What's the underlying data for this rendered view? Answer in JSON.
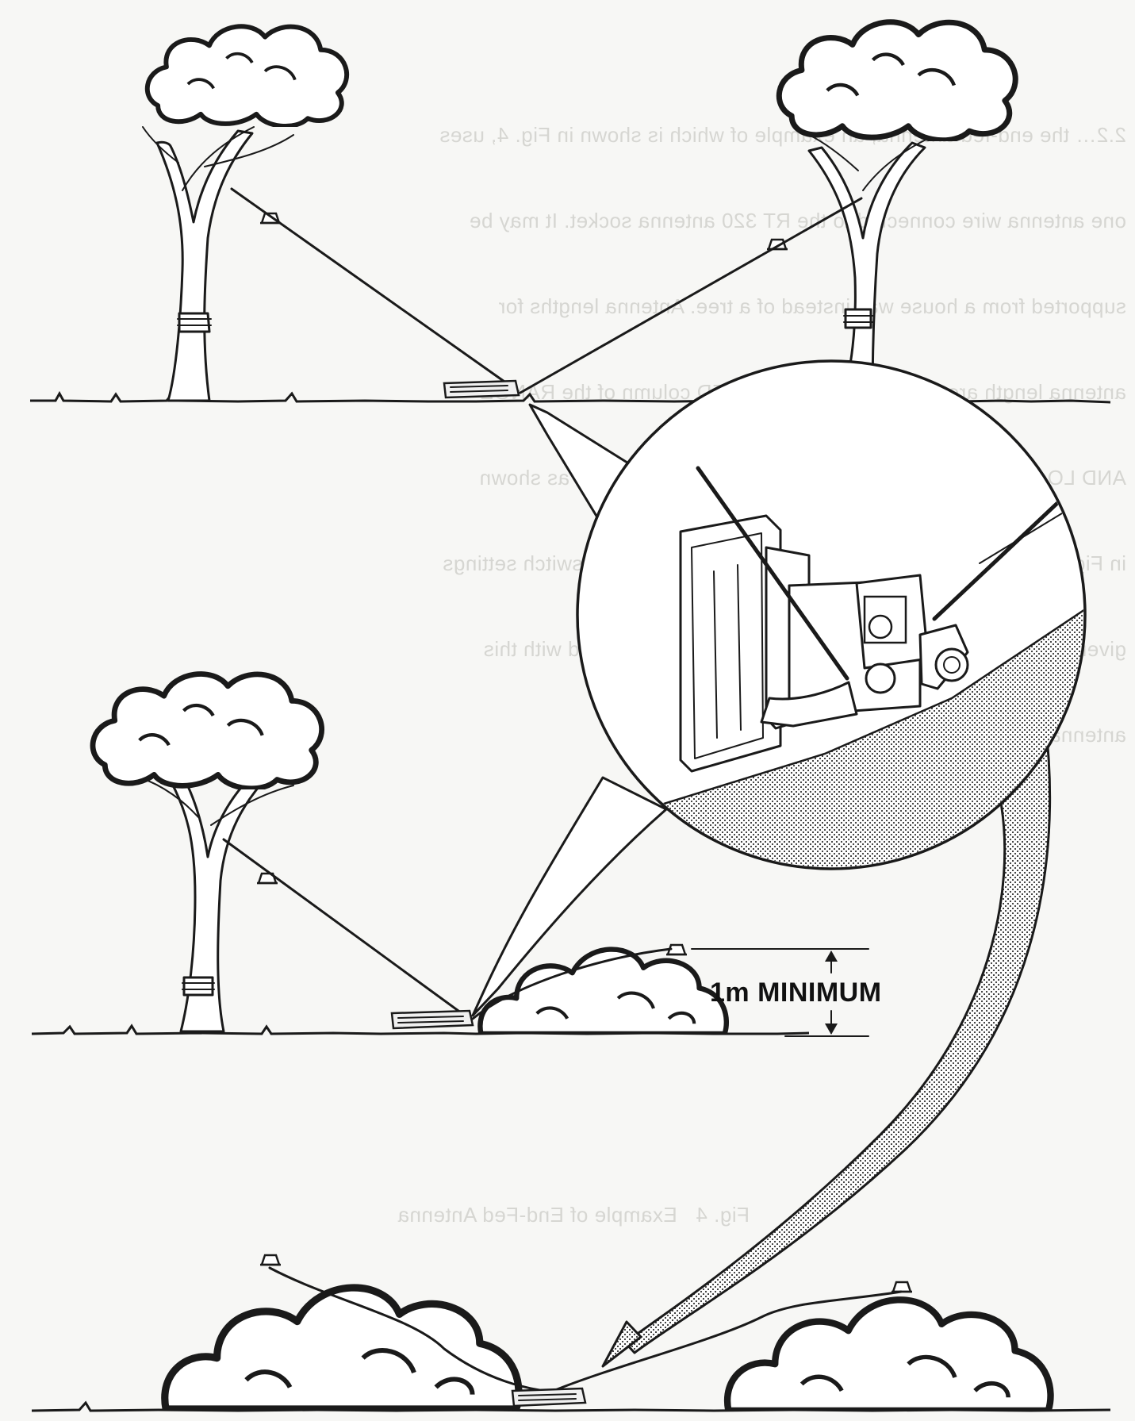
{
  "ghost_text": {
    "paragraph": [
      "2.2… the end-fed antenna, an example of which is shown in Fig. 4, uses",
      "one antenna wire connected to the RT 320 antenna socket. It may be",
      "supported from a house wall instead of a tree. Antenna lengths for",
      "antenna length are specified in the END-FED column of the RANGE",
      "AND LOADING table at ... (page 24), the equipment is set as shown",
      "in Fig. 5 (pages 22 and 23) using the RANGE and LOAD switch settings",
      "given in the table. The antenna counterpoise must be used with this",
      "antenna (see para. 2.13)."
    ],
    "caption": "Fig. 4   Example of End-Fed Antenna"
  },
  "labels": {
    "height_min": "1m MINIMUM"
  },
  "colors": {
    "ink": "#1a1a1a",
    "paper": "#f7f7f5",
    "ghost": "#d6d6d2"
  },
  "icons": [
    "tree-icon",
    "bush-icon",
    "radio-set-icon",
    "insulator-icon",
    "antenna-socket-icon"
  ]
}
